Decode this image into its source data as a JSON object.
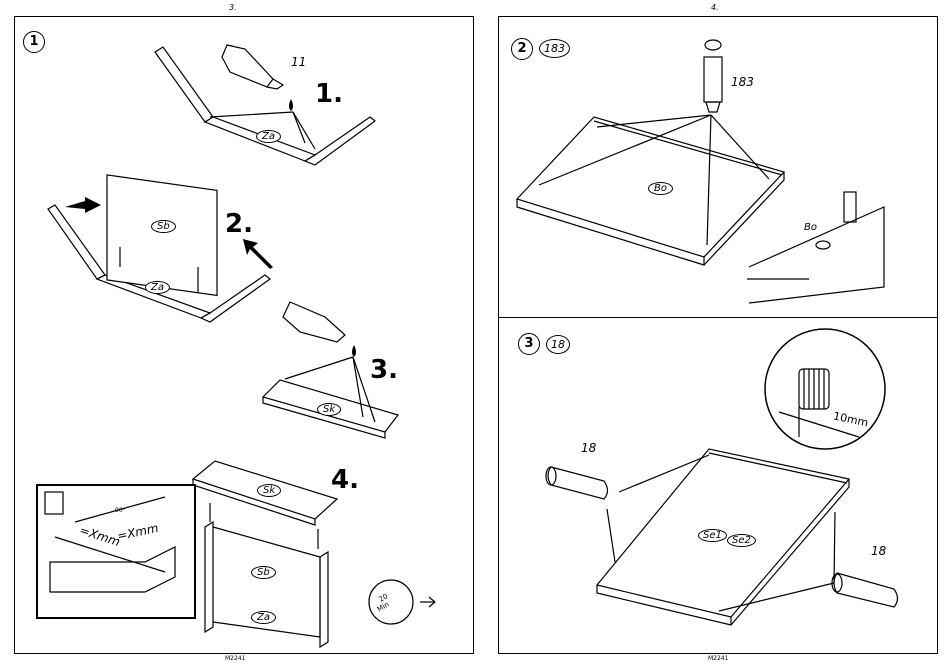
{
  "left_page": {
    "page_number": "3.",
    "footer_code": "M2241",
    "step_badge": "1",
    "glue_qty": "11",
    "substeps": [
      "1.",
      "2.",
      "3.",
      "4."
    ],
    "part_labels": {
      "za1": "Za",
      "sb1": "Sb",
      "za2": "Za",
      "sk1": "Sk",
      "sk2": "Sk",
      "sb2": "Sb",
      "za3": "Za"
    },
    "inset": {
      "measure1": "=Xmm",
      "measure2": "=Xmm",
      "angle": "90°"
    },
    "timer": {
      "value": "20",
      "unit": "Min"
    }
  },
  "right_page": {
    "page_number": "4.",
    "footer_code": "M2241",
    "step2": {
      "badge": "2",
      "qty": "183",
      "callout": "183",
      "panel_label": "Bo",
      "detail_label": "Bo"
    },
    "step3": {
      "badge": "3",
      "qty": "18",
      "callout_left": "18",
      "callout_right": "18",
      "label_a": "Se1",
      "label_b": "Se2",
      "detail": "10mm"
    }
  }
}
